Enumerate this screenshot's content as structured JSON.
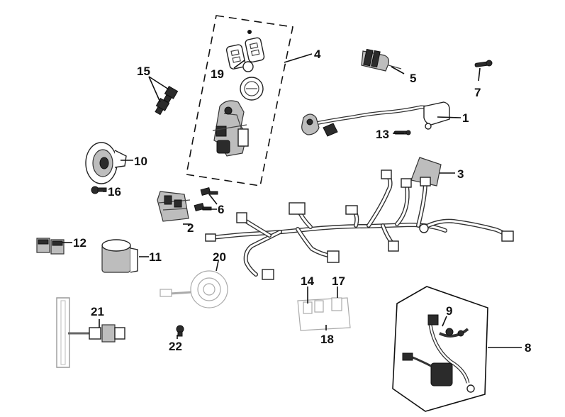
{
  "callouts": {
    "c1": "1",
    "c2": "2",
    "c3": "3",
    "c4": "4",
    "c5": "5",
    "c6": "6",
    "c7": "7",
    "c8": "8",
    "c9": "9",
    "c10": "10",
    "c11": "11",
    "c12": "12",
    "c13": "13",
    "c14": "14",
    "c15": "15",
    "c16": "16",
    "c17": "17",
    "c18": "18",
    "c19": "19",
    "c20": "20",
    "c21": "21",
    "c22": "22"
  },
  "colors": {
    "ink": "#111111",
    "background": "#ffffff"
  }
}
